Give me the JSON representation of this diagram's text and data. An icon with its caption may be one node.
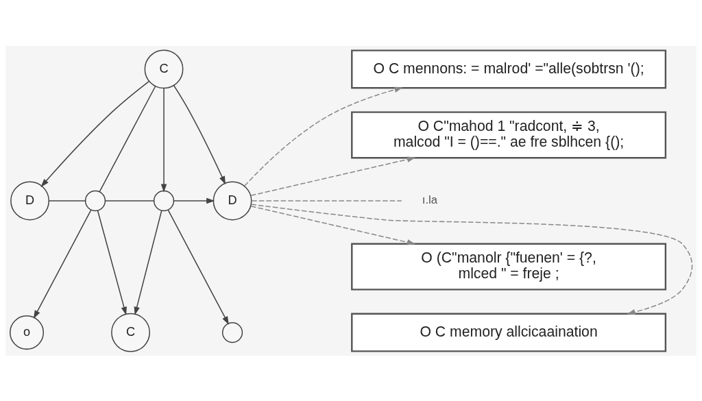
{
  "diagram": {
    "nodes": [
      {
        "text": [
          "C"
        ]
      },
      {
        "text": [
          "D"
        ]
      },
      {
        "text": [],
        "shape": "circle"
      },
      {
        "text": [],
        "shape": "circle"
      },
      {
        "text": [
          "D"
        ]
      },
      {
        "text": [
          "o"
        ]
      },
      {
        "text": [
          "C"
        ]
      },
      {
        "text": [],
        "shape": "circle"
      },
      {
        "text": [
          "O C mennons: = malrod' =\"alle(sobtrsn '();"
        ]
      },
      {
        "text": [
          "O C\"mahod 1 \"radcont, ≑ 3,",
          "malcod \"I = ()==.\" ae fre sblhcen {();"
        ]
      },
      {
        "text": [
          "O (C\"manolr {\"fuenen' = {?,",
          "mlced \" = freje ;"
        ]
      },
      {
        "text": [
          "O C memory allcicaaination"
        ]
      },
      {
        "text": [
          "ı.la"
        ]
      }
    ],
    "edges": [
      {
        "from": 0,
        "to": 1,
        "arrow": "to"
      },
      {
        "from": 0,
        "to": 2,
        "arrow": "none"
      },
      {
        "from": 0,
        "to": 3,
        "arrow": "to"
      },
      {
        "from": 0,
        "to": 4,
        "arrow": "to"
      },
      {
        "from": 1,
        "to": 2,
        "arrow": "none"
      },
      {
        "from": 2,
        "to": 3,
        "arrow": "none"
      },
      {
        "from": 3,
        "to": 4,
        "arrow": "to"
      },
      {
        "from": 2,
        "to": 5,
        "arrow": "to"
      },
      {
        "from": 2,
        "to": 6,
        "arrow": "to"
      },
      {
        "from": 3,
        "to": 6,
        "arrow": "to"
      },
      {
        "from": 3,
        "to": 7,
        "arrow": "to"
      },
      {
        "from": 4,
        "to": 8,
        "arrow": "to",
        "style": "dashed",
        "color": "#888888"
      },
      {
        "from": 4,
        "to": 9,
        "arrow": "to",
        "style": "dashed",
        "color": "#888888"
      },
      {
        "from": 4,
        "to": 12,
        "arrow": "none",
        "style": "dashed",
        "color": "#888888"
      },
      {
        "from": 4,
        "to": 10,
        "arrow": "to",
        "style": "dashed",
        "color": "#888888"
      },
      {
        "from": 4,
        "to": 11,
        "arrow": "to",
        "style": "dashed",
        "color": "#888888"
      }
    ]
  }
}
